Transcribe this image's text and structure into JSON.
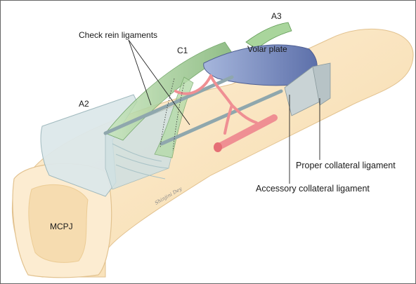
{
  "labels": {
    "check_rein": "Check rein ligaments",
    "c1": "C1",
    "a2": "A2",
    "a3": "A3",
    "volar_plate": "Volar plate",
    "proper_collateral": "Proper collateral ligament",
    "accessory_collateral": "Accessory collateral ligament",
    "mcpj": "MCPJ"
  },
  "signature": "Shinjini Dey",
  "colors": {
    "bone": "#fbe6c4",
    "bone_shadow": "#f3cf98",
    "volar_plate": "#7a8fc6",
    "pulley_green": "#9fcf95",
    "pulley_green_dark": "#5f9a54",
    "vessel": "#ef8f93",
    "sheath": "#dfe9ea"
  }
}
